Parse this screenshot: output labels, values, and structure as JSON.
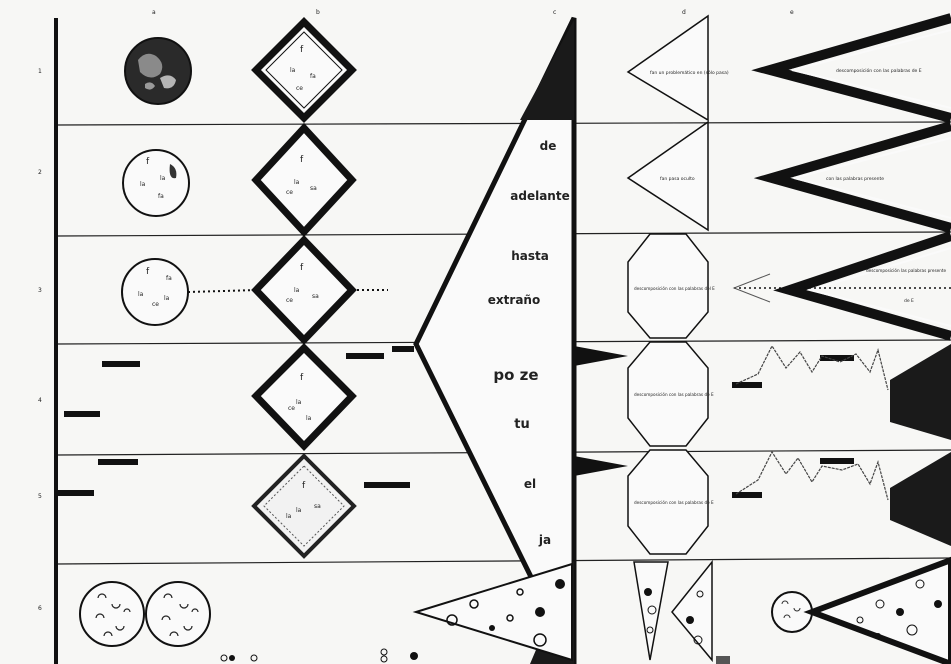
{
  "score": {
    "column_labels": [
      "a",
      "b",
      "c",
      "d",
      "e"
    ],
    "row_numbers": [
      "1",
      "2",
      "3",
      "4",
      "5",
      "6"
    ],
    "big_triangle_words": [
      "de",
      "adelante",
      "hasta",
      "extraño",
      "po ze",
      "tu",
      "el",
      "ja"
    ],
    "tri_label_1": "fan un problemático en (sólo pasa)",
    "tri_label_2": "fan pasa oculto",
    "hexagon_labels": [
      "descomposición con las palabras del E",
      "descomposición con las palabras de E",
      "descomposición con las palabras de E"
    ],
    "zigzag_labels": [
      "descomposición con las palabras de E",
      "con las palabras presente",
      "descomposición las palabras presente",
      "de E"
    ],
    "diamond_glyphs": [
      "f",
      "la",
      "la",
      "fa",
      "sa",
      "ce",
      "la"
    ],
    "circle_glyphs": [
      "f",
      "la",
      "la",
      "fa",
      "ce"
    ]
  }
}
